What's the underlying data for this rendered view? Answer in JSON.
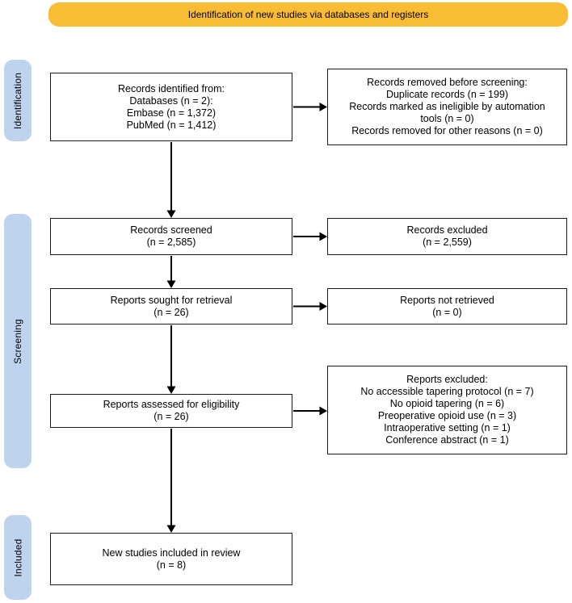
{
  "flowchart": {
    "banner": "Identification of new studies via databases and registers",
    "side_labels": {
      "identification": "Identification",
      "screening": "Screening",
      "included": "Included"
    },
    "boxes": {
      "records_identified": {
        "lines": [
          "Records identified from:",
          "Databases (n = 2):",
          "Embase (n = 1,372)",
          "PubMed (n = 1,412)"
        ]
      },
      "records_removed": {
        "lines": [
          "Records removed before screening:",
          "Duplicate records (n = 199)",
          "Records marked as ineligible by automation",
          "tools (n = 0)",
          "Records removed for other reasons (n = 0)"
        ]
      },
      "records_screened": {
        "lines": [
          "Records screened",
          "(n = 2,585)"
        ]
      },
      "records_excluded": {
        "lines": [
          "Records excluded",
          "(n = 2,559)"
        ]
      },
      "reports_sought": {
        "lines": [
          "Reports sought for retrieval",
          "(n = 26)"
        ]
      },
      "reports_not_retrieved": {
        "lines": [
          "Reports not retrieved",
          "(n = 0)"
        ]
      },
      "reports_assessed": {
        "lines": [
          "Reports assessed for eligibility",
          "(n = 26)"
        ]
      },
      "reports_excluded": {
        "lines": [
          "Reports excluded:",
          "No accessible tapering protocol (n = 7)",
          "No opioid tapering (n = 6)",
          "Preoperative opioid use (n = 3)",
          "Intraoperative setting (n = 1)",
          "Conference abstract (n = 1)"
        ]
      },
      "new_studies_included": {
        "lines": [
          "New studies included in review",
          "(n = 8)"
        ]
      }
    },
    "colors": {
      "banner_bg": "#F9BC35",
      "stage_label_bg": "#BED3EE",
      "box_border": "#1A1A1A",
      "arrow": "#000000",
      "background": "#FFFFFF"
    }
  }
}
